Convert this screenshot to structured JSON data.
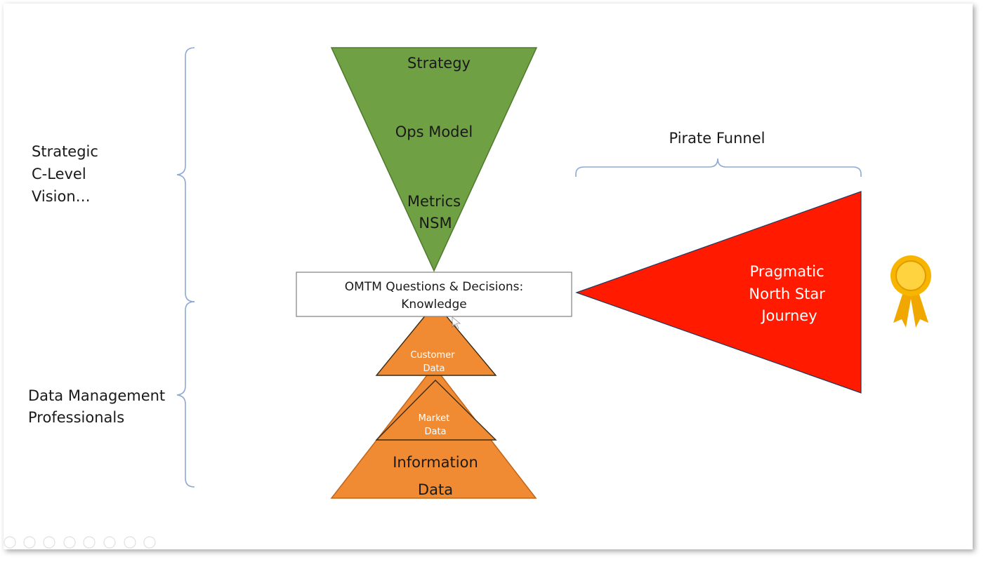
{
  "left_labels": {
    "strategic": [
      "Strategic",
      "C-Level",
      "Vision…"
    ],
    "data_mgmt": [
      "Data Management",
      "Professionals"
    ]
  },
  "top_triangle": {
    "color": "#70a044",
    "items": [
      "Strategy",
      "Ops Model",
      "Metrics",
      "NSM"
    ]
  },
  "center_box": {
    "line1": "OMTM Questions & Decisions:",
    "line2": "Knowledge"
  },
  "bottom_pyramid": {
    "color": "#f08b33",
    "customer": [
      "Customer",
      "Data"
    ],
    "market": [
      "Market",
      "Data"
    ],
    "information": [
      "Information",
      "Data"
    ]
  },
  "pirate_funnel": {
    "label": "Pirate Funnel",
    "color": "#ff1a00",
    "text": [
      "Pragmatic",
      "North Star",
      "Journey"
    ]
  },
  "ribbon": {
    "icon": "award-ribbon-icon",
    "color": "#f7b500"
  }
}
